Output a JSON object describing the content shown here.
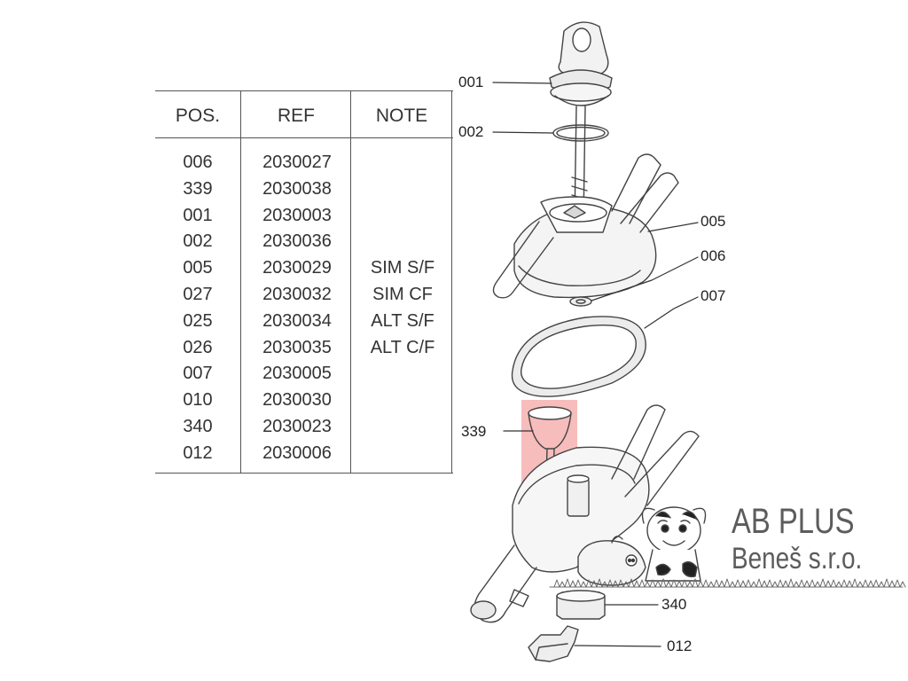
{
  "table": {
    "headers": {
      "pos": "POS.",
      "ref": "REF",
      "note": "NOTE"
    },
    "rows": [
      {
        "pos": "006",
        "ref": "2030027",
        "note": ""
      },
      {
        "pos": "339",
        "ref": "2030038",
        "note": ""
      },
      {
        "pos": "001",
        "ref": "2030003",
        "note": ""
      },
      {
        "pos": "002",
        "ref": "2030036",
        "note": ""
      },
      {
        "pos": "005",
        "ref": "2030029",
        "note": "SIM S/F"
      },
      {
        "pos": "027",
        "ref": "2030032",
        "note": "SIM CF"
      },
      {
        "pos": "025",
        "ref": "2030034",
        "note": "ALT S/F"
      },
      {
        "pos": "026",
        "ref": "2030035",
        "note": "ALT C/F"
      },
      {
        "pos": "007",
        "ref": "2030005",
        "note": ""
      },
      {
        "pos": "010",
        "ref": "2030030",
        "note": ""
      },
      {
        "pos": "340",
        "ref": "2030023",
        "note": ""
      },
      {
        "pos": "012",
        "ref": "2030006",
        "note": ""
      }
    ]
  },
  "callouts": {
    "c001": "001",
    "c002": "002",
    "c005": "005",
    "c006": "006",
    "c007": "007",
    "c339": "339",
    "c340": "340",
    "c012": "012"
  },
  "logo": {
    "line1": "AB PLUS",
    "line2": "Beneš s.r.o."
  },
  "colors": {
    "highlight": "#f4a6a6",
    "line": "#444444",
    "logo_text": "#5c5c5c"
  }
}
